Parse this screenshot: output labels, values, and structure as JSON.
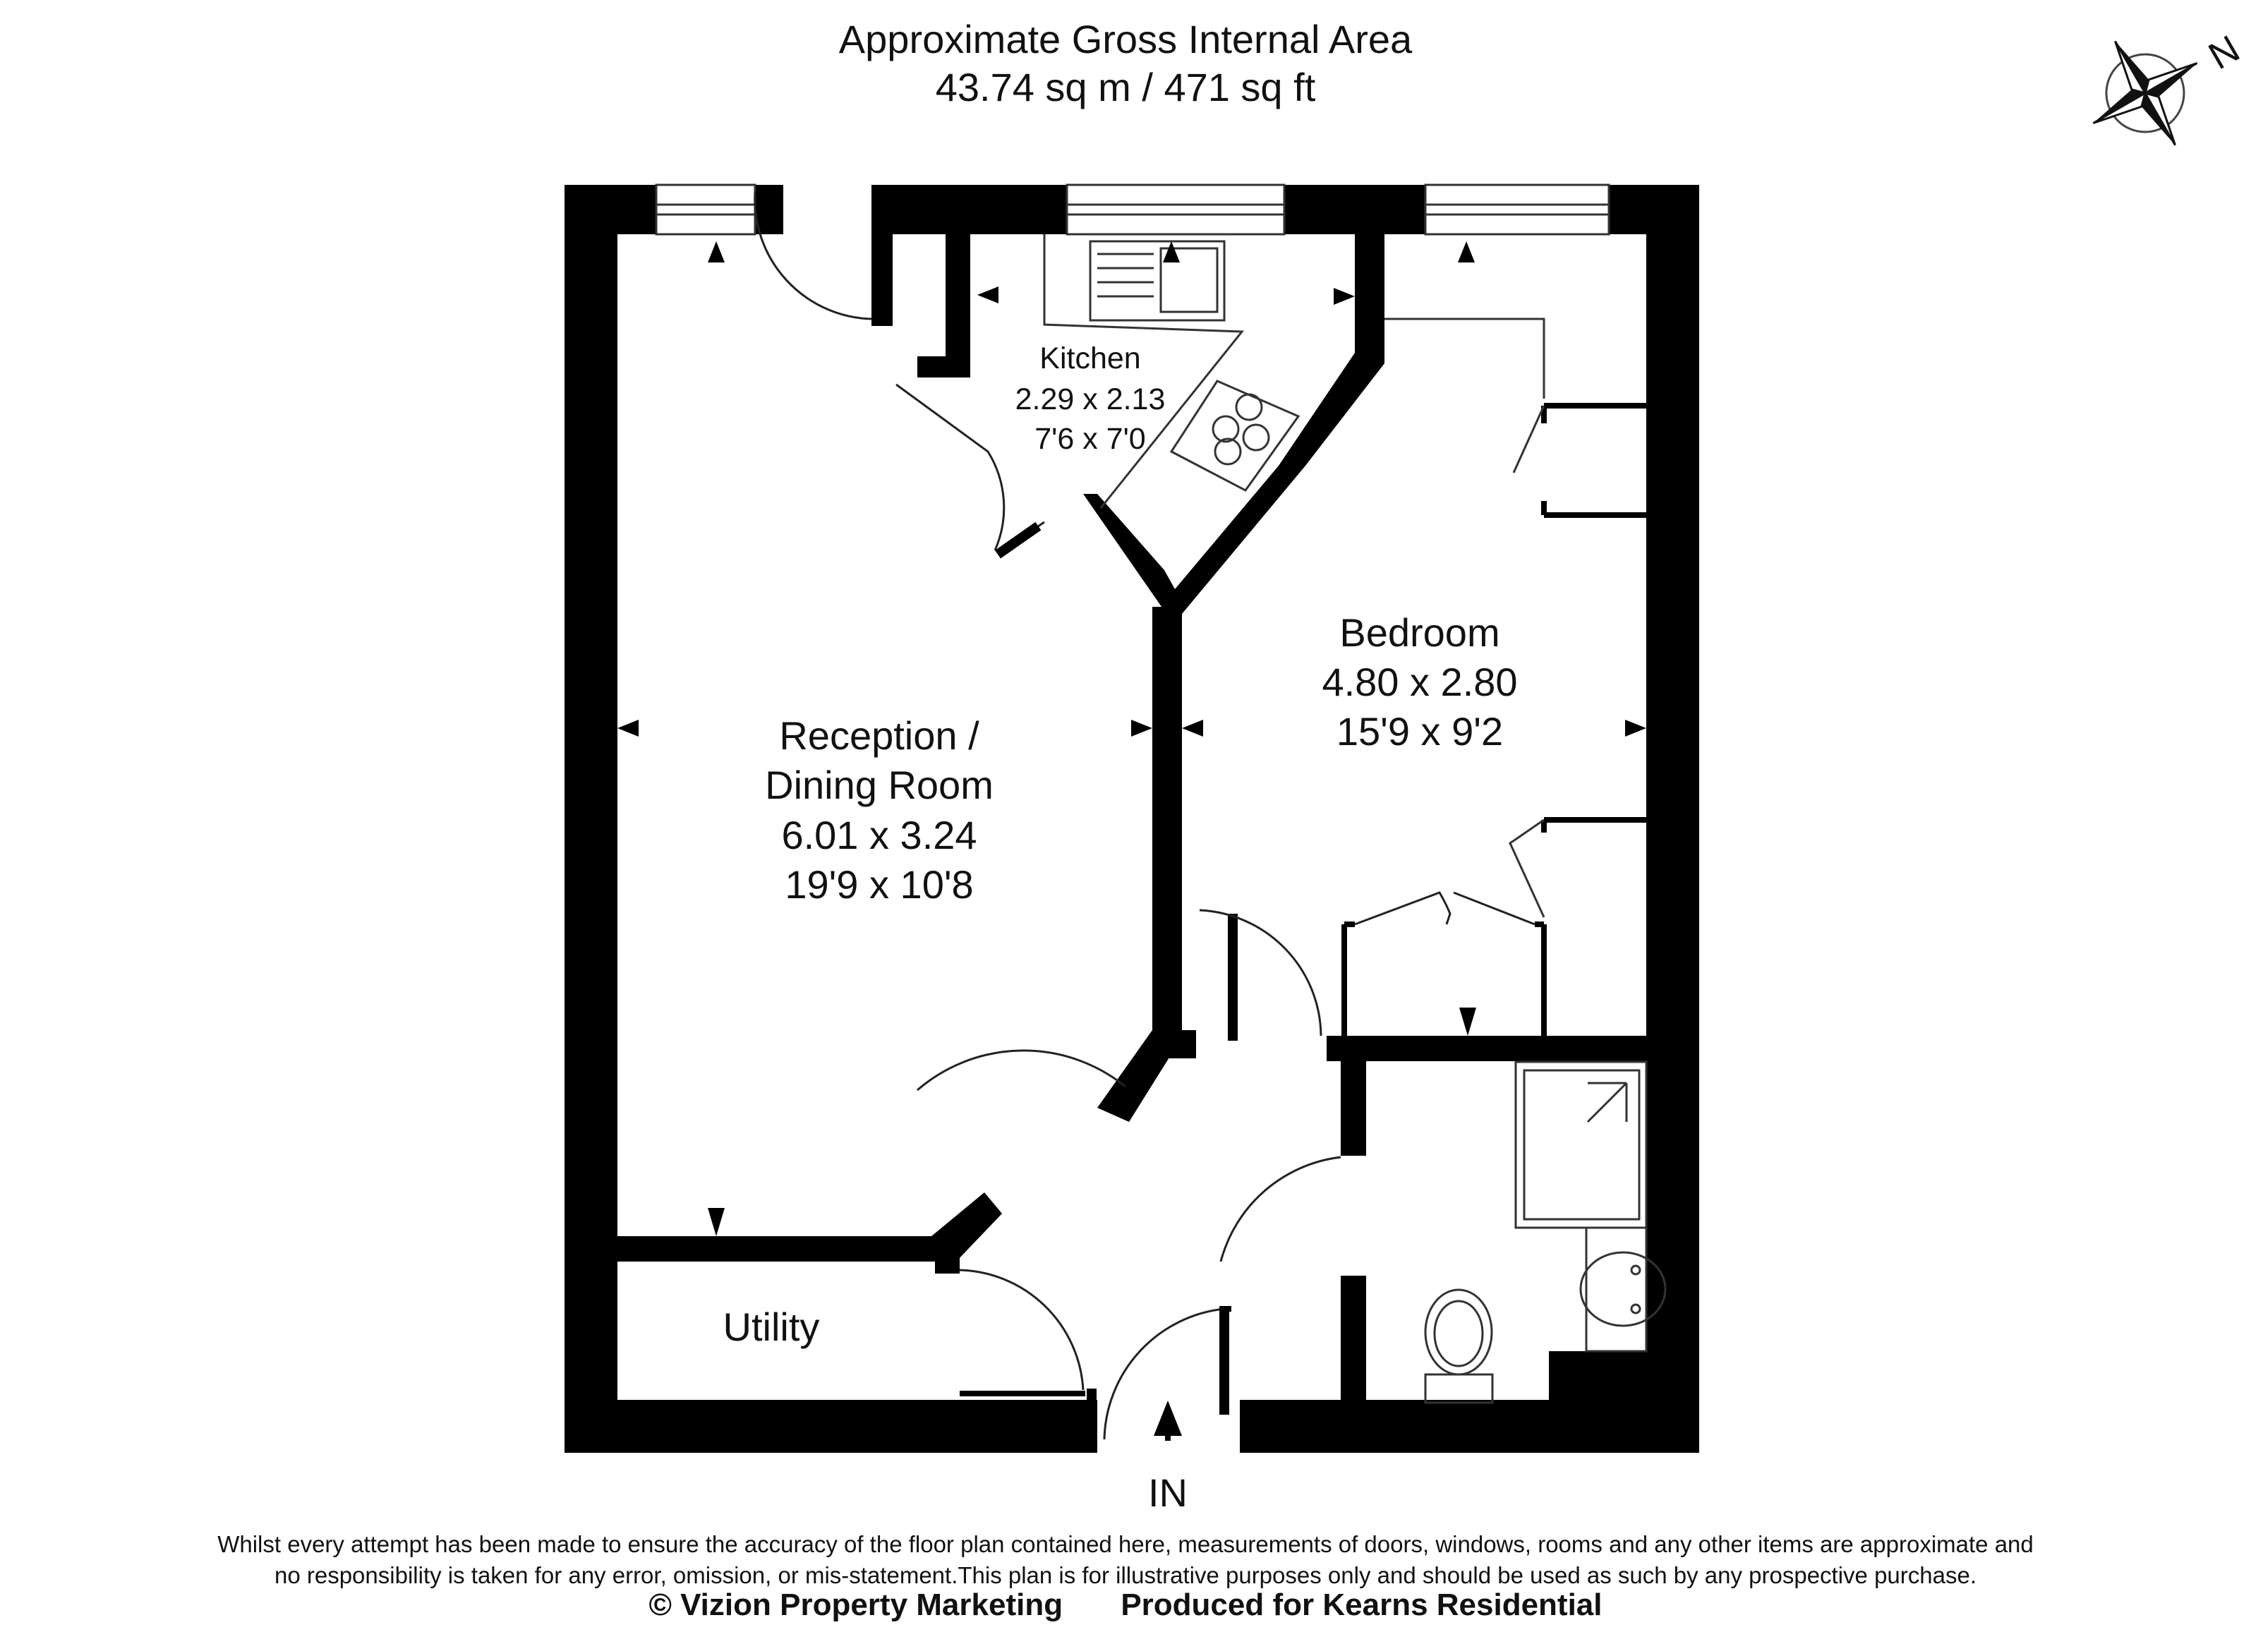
{
  "header": {
    "title": "Approximate Gross Internal Area",
    "area": "43.74 sq m / 471 sq ft"
  },
  "compass": {
    "label": "N"
  },
  "rooms": {
    "kitchen": {
      "name": "Kitchen",
      "metric": "2.29 x 2.13",
      "imperial": "7'6 x 7'0"
    },
    "bedroom": {
      "name": "Bedroom",
      "metric": "4.80 x 2.80",
      "imperial": "15'9 x 9'2"
    },
    "reception": {
      "name_line1": "Reception /",
      "name_line2": "Dining Room",
      "metric": "6.01 x 3.24",
      "imperial": "19'9 x 10'8"
    },
    "utility": {
      "name": "Utility"
    }
  },
  "entrance": {
    "label": "IN"
  },
  "disclaimer": {
    "line1": "Whilst every attempt has been made to ensure the accuracy of the floor plan contained here, measurements of doors, windows, rooms and any other items are approximate and",
    "line2": "no responsibility is taken for any error, omission, or mis-statement.This plan is for illustrative purposes only and should be used as such by any prospective purchase."
  },
  "credits": {
    "copyright": "© Vizion Property Marketing",
    "produced_for": "Produced for Kearns Residential"
  },
  "colors": {
    "wall": "#000000",
    "line": "#222222",
    "background": "#ffffff"
  }
}
